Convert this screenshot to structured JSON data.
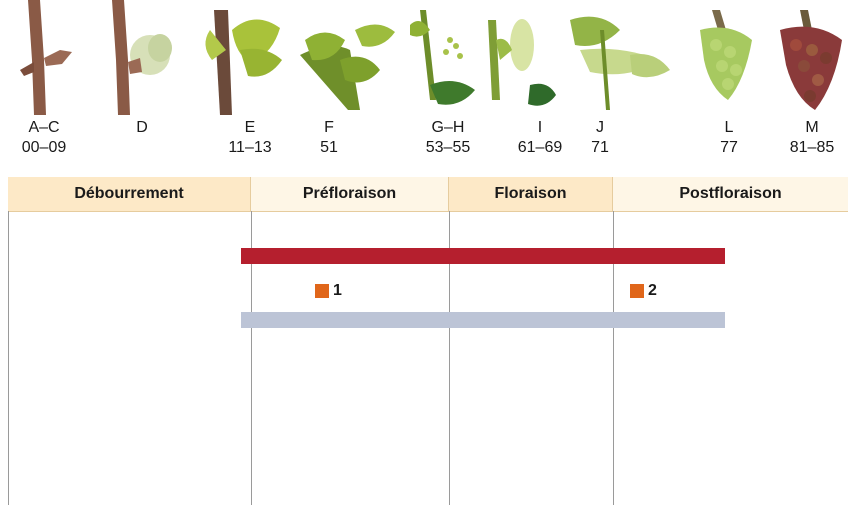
{
  "stages": [
    {
      "letter": "A–C",
      "code": "00–09"
    },
    {
      "letter": "D",
      "code": ""
    },
    {
      "letter": "E",
      "code": "11–13"
    },
    {
      "letter": "F",
      "code": "51"
    },
    {
      "letter": "G–H",
      "code": "53–55"
    },
    {
      "letter": "I",
      "code": "61–69"
    },
    {
      "letter": "J",
      "code": "71"
    },
    {
      "letter": "L",
      "code": "77"
    },
    {
      "letter": "M",
      "code": "81–85"
    }
  ],
  "phases": [
    "Débourrement",
    "Préfloraison",
    "Floraison",
    "Postfloraison"
  ],
  "markers": [
    "1",
    "2"
  ],
  "colors": {
    "header_bg": "#fde9c7",
    "red_bar": "#b51f2e",
    "grey_bar": "#bcc4d6",
    "marker": "#e0661a"
  },
  "icons": [
    "bud-dormant-photo",
    "bud-swelling-photo",
    "leaves-unfolded-photo",
    "leaf-shoot-photo",
    "inflorescence-photo",
    "flowering-photo",
    "fruit-set-photo",
    "green-grape-cluster-photo",
    "ripe-grape-cluster-photo"
  ]
}
